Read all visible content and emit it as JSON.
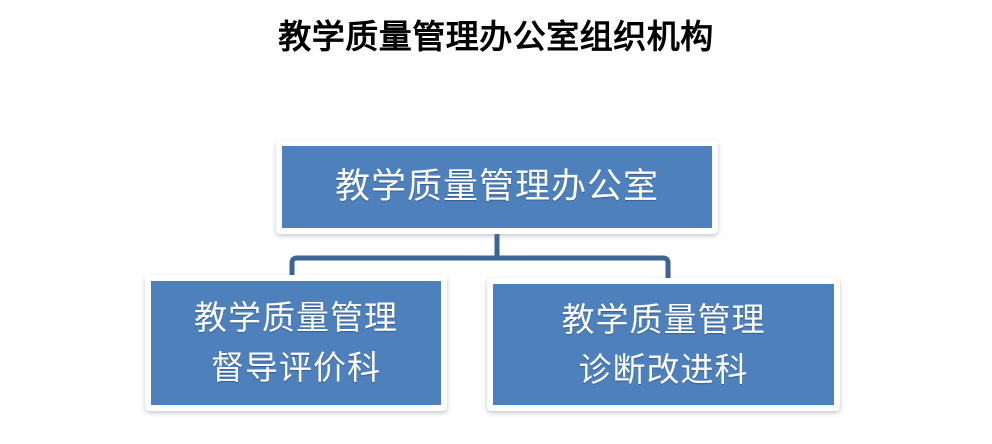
{
  "diagram": {
    "title": "教学质量管理办公室组织机构",
    "type": "organization-chart",
    "colors": {
      "node_fill": "#4E81BC",
      "node_border": "#FFFFFF",
      "node_text": "#FFFFFF",
      "connector": "#3A6595",
      "title_text": "#000000",
      "background": "#FFFFFF"
    },
    "root": {
      "label": "教学质量管理办公室"
    },
    "children": [
      {
        "label": "教学质量管理\n督导评价科"
      },
      {
        "label": "教学质量管理\n诊断改进科"
      }
    ]
  }
}
